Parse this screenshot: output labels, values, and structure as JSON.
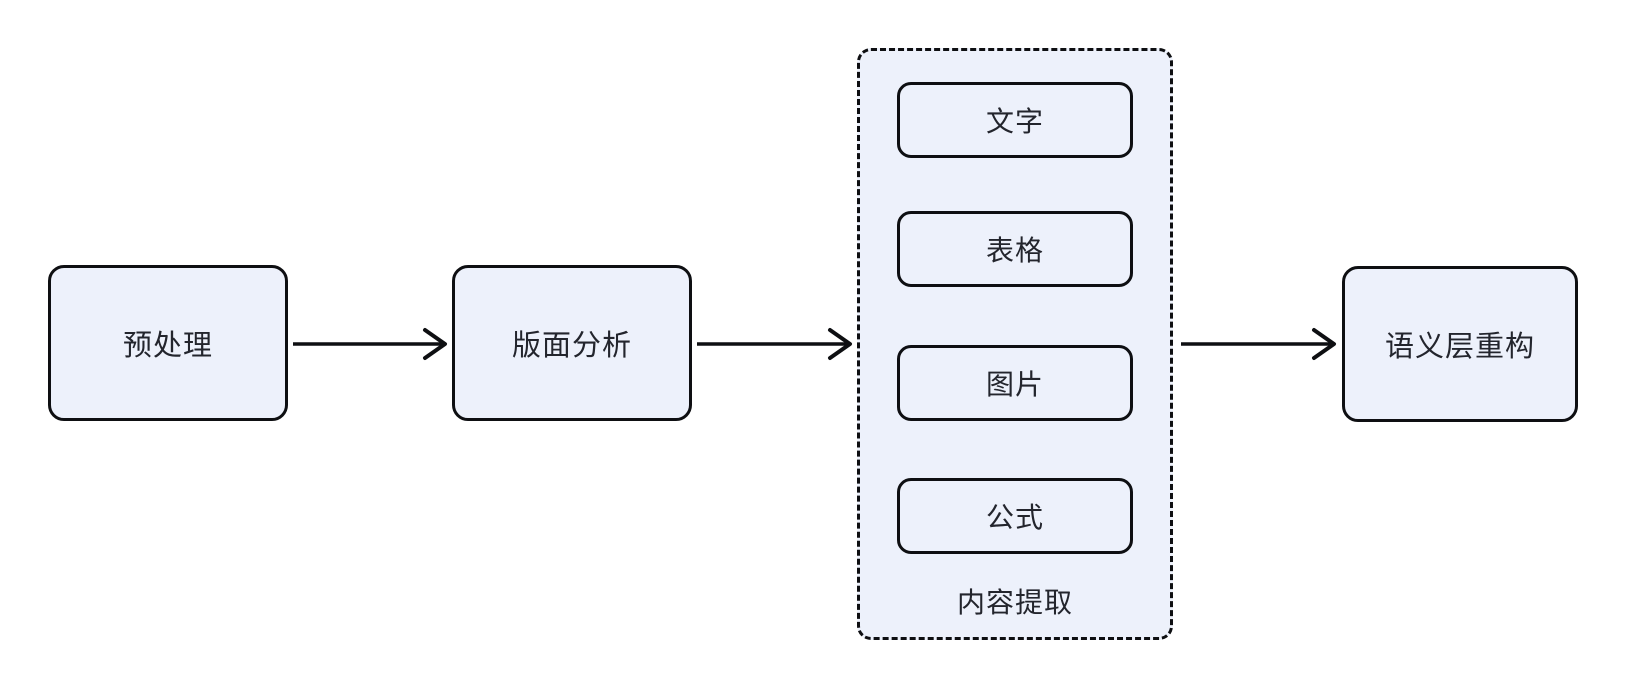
{
  "diagram": {
    "type": "flowchart",
    "direction": "left-to-right",
    "colors": {
      "background": "#ffffff",
      "node_fill": "#edf1fb",
      "border": "#0e0f12",
      "text": "#23252d"
    },
    "nodes": {
      "preprocess": {
        "label": "预处理"
      },
      "layout_analysis": {
        "label": "版面分析"
      },
      "semantic_reconstruction": {
        "label": "语义层重构"
      }
    },
    "group": {
      "id": "content_extraction",
      "label": "内容提取",
      "border_style": "dashed",
      "items": [
        {
          "id": "text",
          "label": "文字"
        },
        {
          "id": "table",
          "label": "表格"
        },
        {
          "id": "image",
          "label": "图片"
        },
        {
          "id": "formula",
          "label": "公式"
        }
      ]
    },
    "edges": [
      {
        "from": "preprocess",
        "to": "layout_analysis"
      },
      {
        "from": "layout_analysis",
        "to": "content_extraction"
      },
      {
        "from": "content_extraction",
        "to": "semantic_reconstruction"
      }
    ]
  }
}
